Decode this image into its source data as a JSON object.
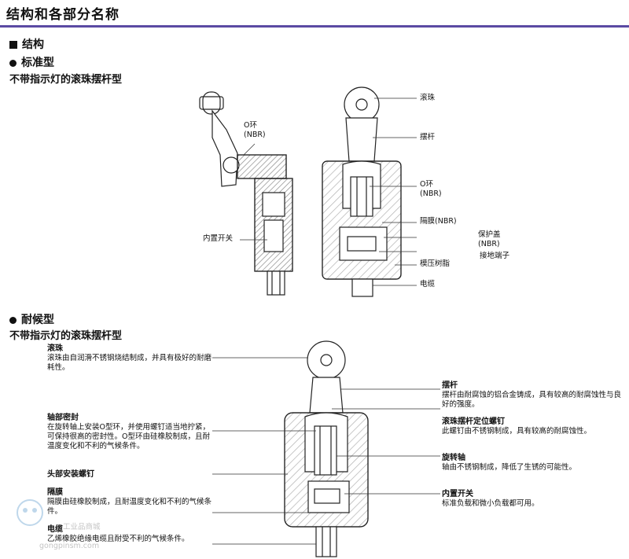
{
  "page": {
    "title": "结构和各部分名称",
    "section_structure": "结构",
    "standard": {
      "heading": "标准型",
      "subheading": "不带指示灯的滚珠摆杆型",
      "labels": {
        "o_ring_left": "O环",
        "o_ring_left_sub": "(NBR)",
        "builtin_switch": "内置开关",
        "roller": "滚珠",
        "lever": "摆杆",
        "o_ring_right": "O环",
        "o_ring_right_sub": "(NBR)",
        "diaphragm": "隔膜(NBR)",
        "cover": "保护盖",
        "cover_sub": "(NBR)",
        "ground_terminal": "接地端子",
        "molded_resin": "模压树脂",
        "cable": "电缆"
      }
    },
    "weather": {
      "heading": "耐候型",
      "subheading": "不带指示灯的滚珠摆杆型",
      "annotations": {
        "roller_title": "滚珠",
        "roller_desc": "滚珠由自润滑不锈钢烧结制成，并具有极好的耐磨耗性。",
        "shaft_seal_title": "轴部密封",
        "shaft_seal_desc": "在旋转轴上安装O型环，并使用螺钉适当地拧紧，可保持很高的密封性。O型环由硅橡胶制成，且耐温度变化和不利的气候条件。",
        "head_screw_title": "头部安装螺钉",
        "diaphragm_title": "隔膜",
        "diaphragm_desc": "隔膜由硅橡胶制成，且耐温度变化和不利的气候条件。",
        "cable_title": "电缆",
        "cable_desc": "乙烯橡胶绝缘电缆且耐受不利的气候条件。",
        "lever_title": "摆杆",
        "lever_desc": "摆杆由耐腐蚀的铝合金铸成，具有较高的耐腐蚀性与良好的强度。",
        "lever_screw_title": "滚珠摆杆定位螺钉",
        "lever_screw_desc": "此螺钉由不锈钢制成，具有较高的耐腐蚀性。",
        "shaft_title": "旋转轴",
        "shaft_desc": "轴由不锈钢制成，降低了生锈的可能性。",
        "switch_title": "内置开关",
        "switch_desc": "标准负载和微小负载都可用。"
      }
    },
    "watermark": {
      "text1": "工业品商城",
      "text2": "gongpinsm.com"
    },
    "colors": {
      "accent": "#5b4aa3",
      "hatch": "#9a9a9a",
      "line": "#222222"
    }
  }
}
